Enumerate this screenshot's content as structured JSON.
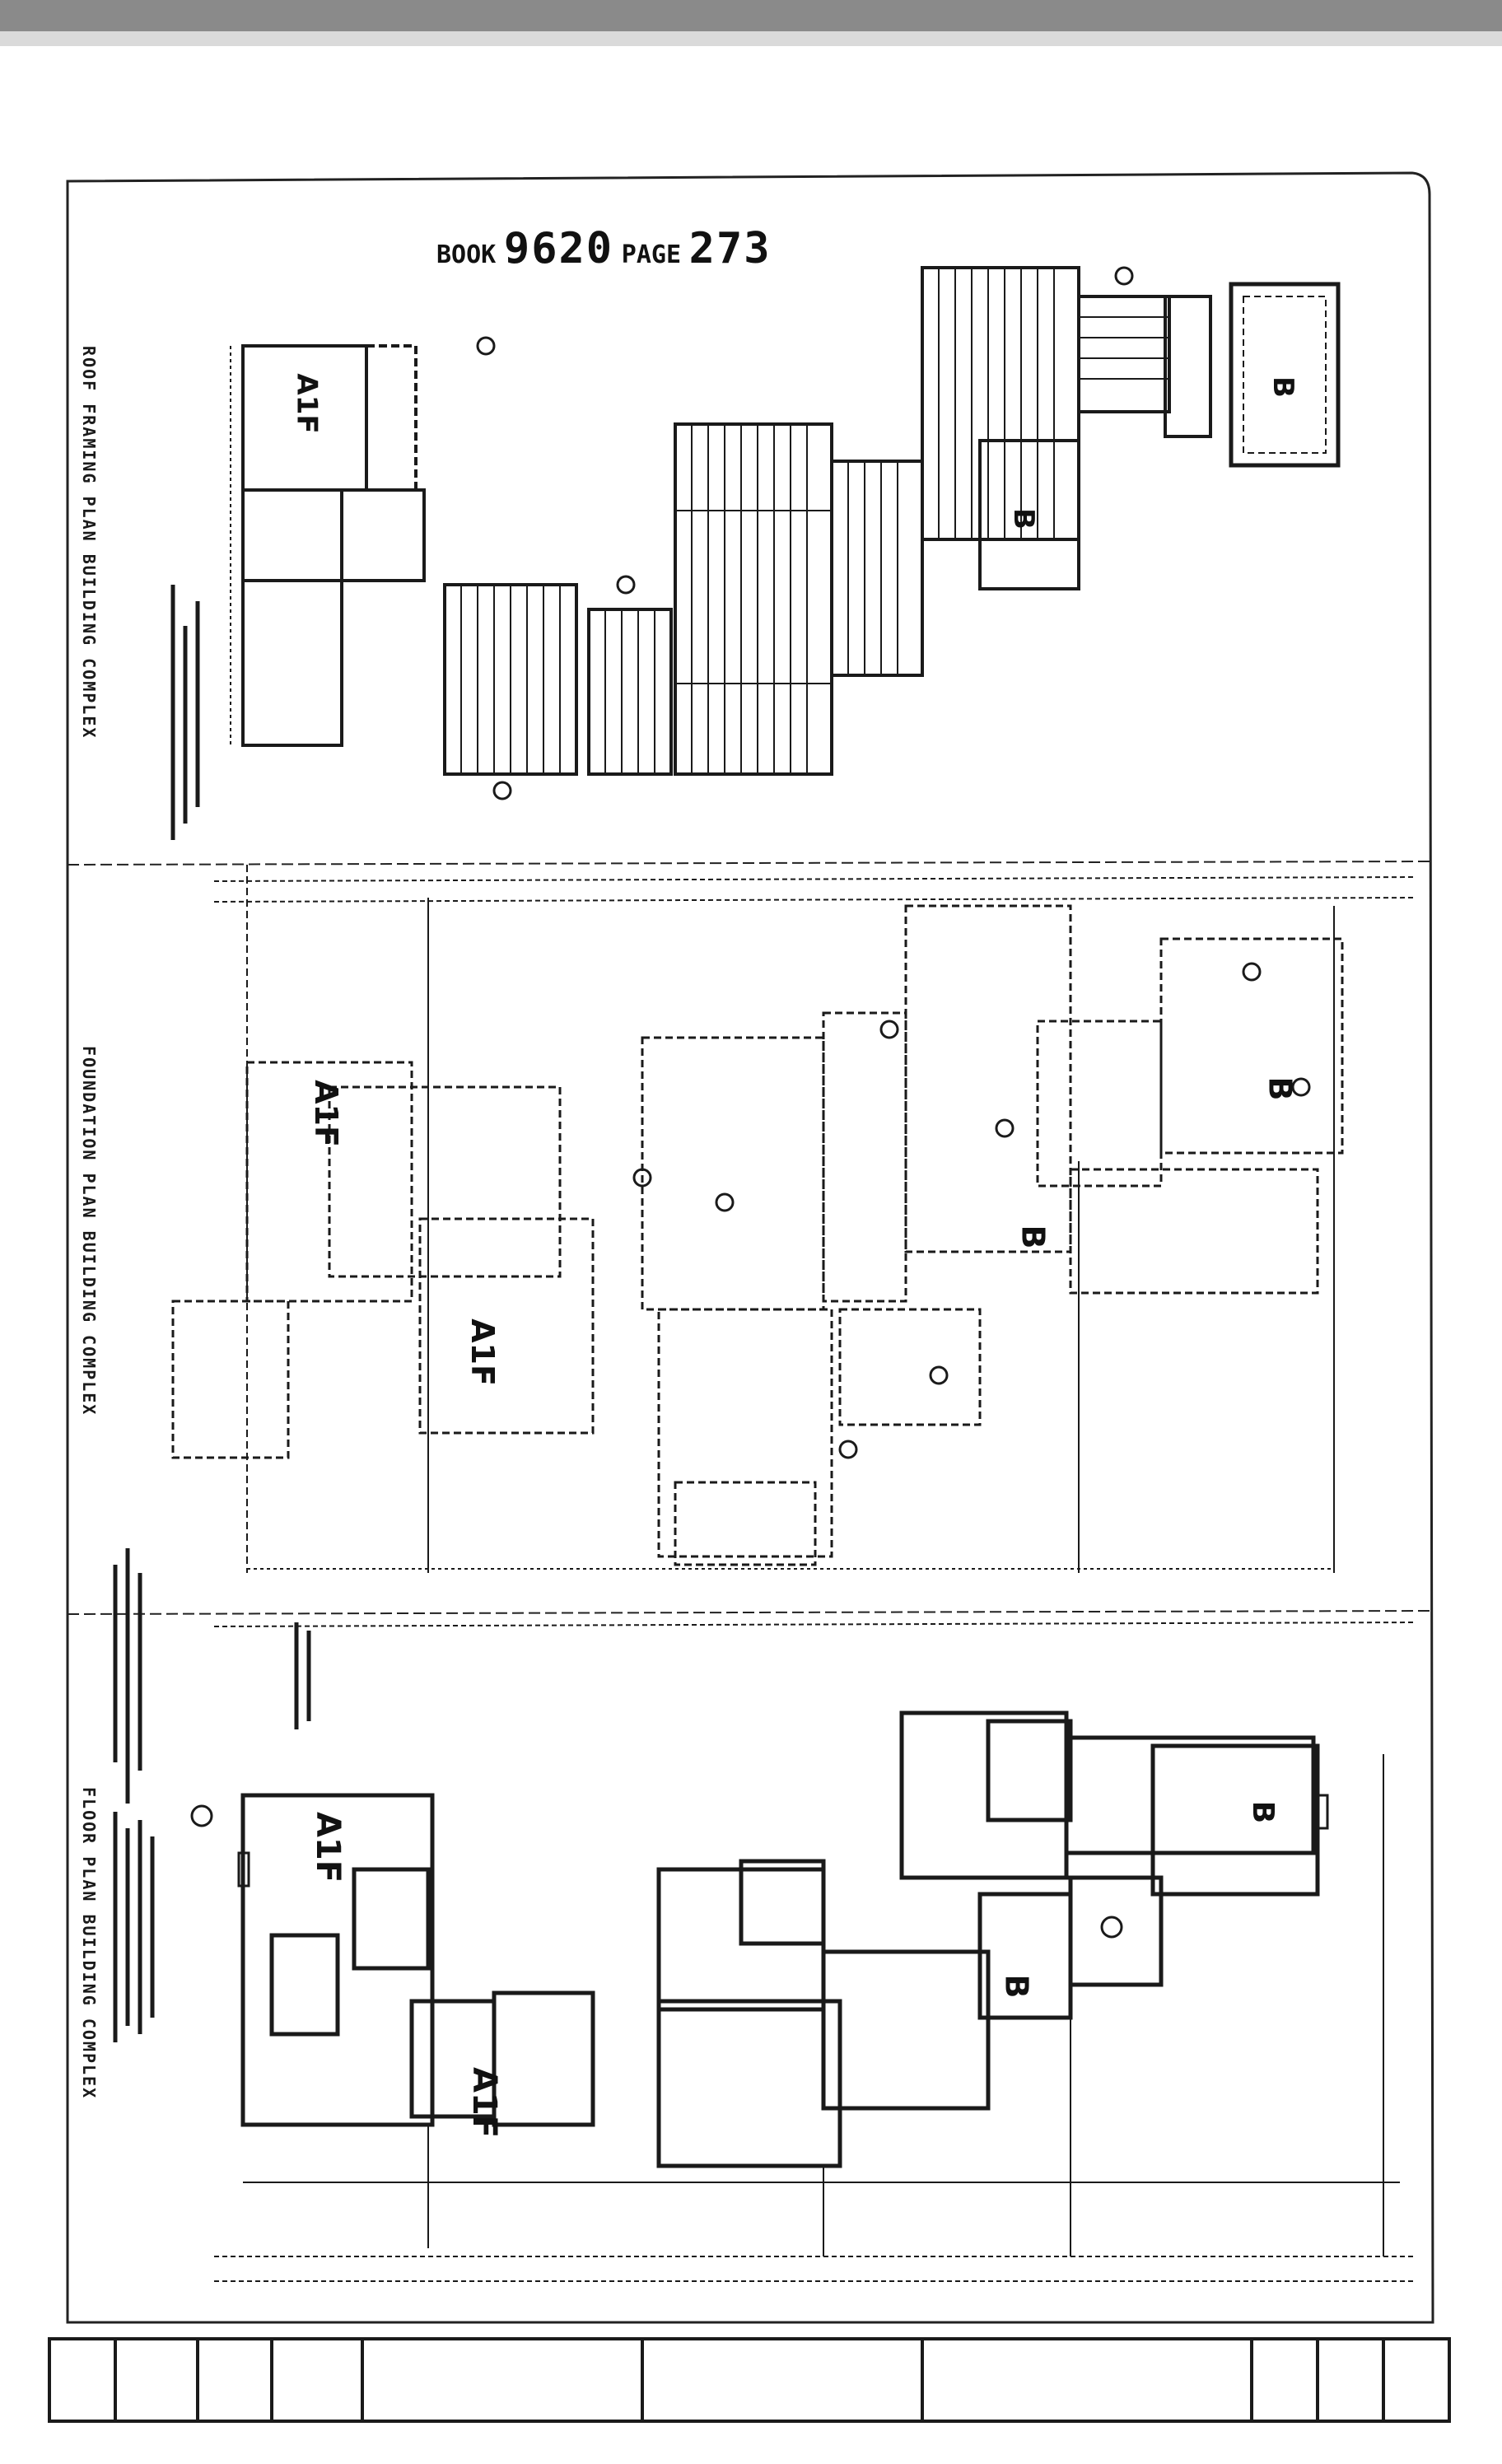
{
  "stamp": {
    "book_label": "BOOK",
    "book_number": "9620",
    "page_label": "PAGE",
    "page_number": "273"
  },
  "plans": [
    {
      "title": "ROOF FRAMING PLAN BUILDING COMPLEX"
    },
    {
      "title": "FOUNDATION PLAN BUILDING COMPLEX"
    },
    {
      "title": "FLOOR PLAN BUILDING COMPLEX"
    }
  ],
  "unit_labels": {
    "roof_a": "A1F",
    "roof_b1": "B",
    "roof_b2": "B",
    "found_a1": "A1F",
    "found_a2": "A1F",
    "found_b1": "B",
    "found_b2": "B",
    "floor_a1": "A1F",
    "floor_a2": "A1F",
    "floor_b1": "B",
    "floor_b2": "B"
  }
}
